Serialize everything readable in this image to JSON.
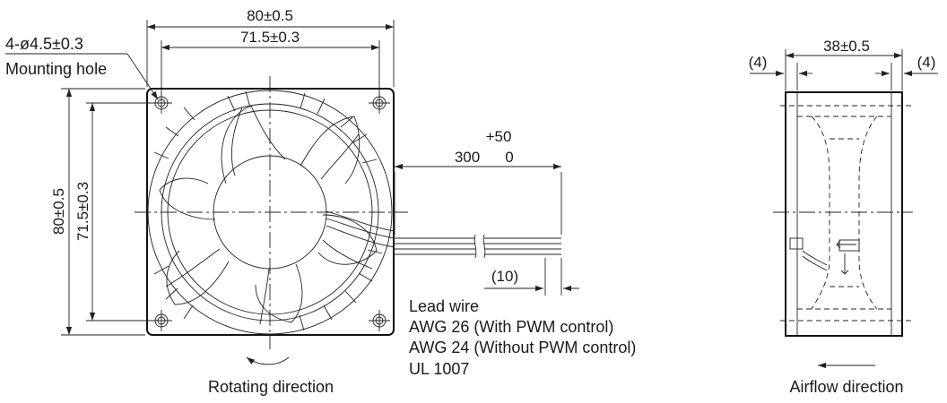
{
  "front_view": {
    "overall_width": "80±0.5",
    "hole_pitch_width": "71.5±0.3",
    "overall_height": "80±0.5",
    "hole_pitch_height": "71.5±0.3",
    "mounting_hole_size": "4-ø4.5±0.3",
    "mounting_hole_label": "Mounting hole",
    "lead_length_tol": "+50",
    "lead_length_nominal": "300",
    "lead_length_tol_lower": "0",
    "strip_length": "(10)",
    "rotating_direction": "Rotating direction"
  },
  "lead_wire_notes": [
    "Lead wire",
    "AWG 26 (With PWM control)",
    "AWG 24 (Without PWM control)",
    "UL 1007"
  ],
  "side_view": {
    "depth": "38±0.5",
    "flange_left": "(4)",
    "flange_right": "(4)",
    "airflow_direction": "Airflow direction"
  }
}
